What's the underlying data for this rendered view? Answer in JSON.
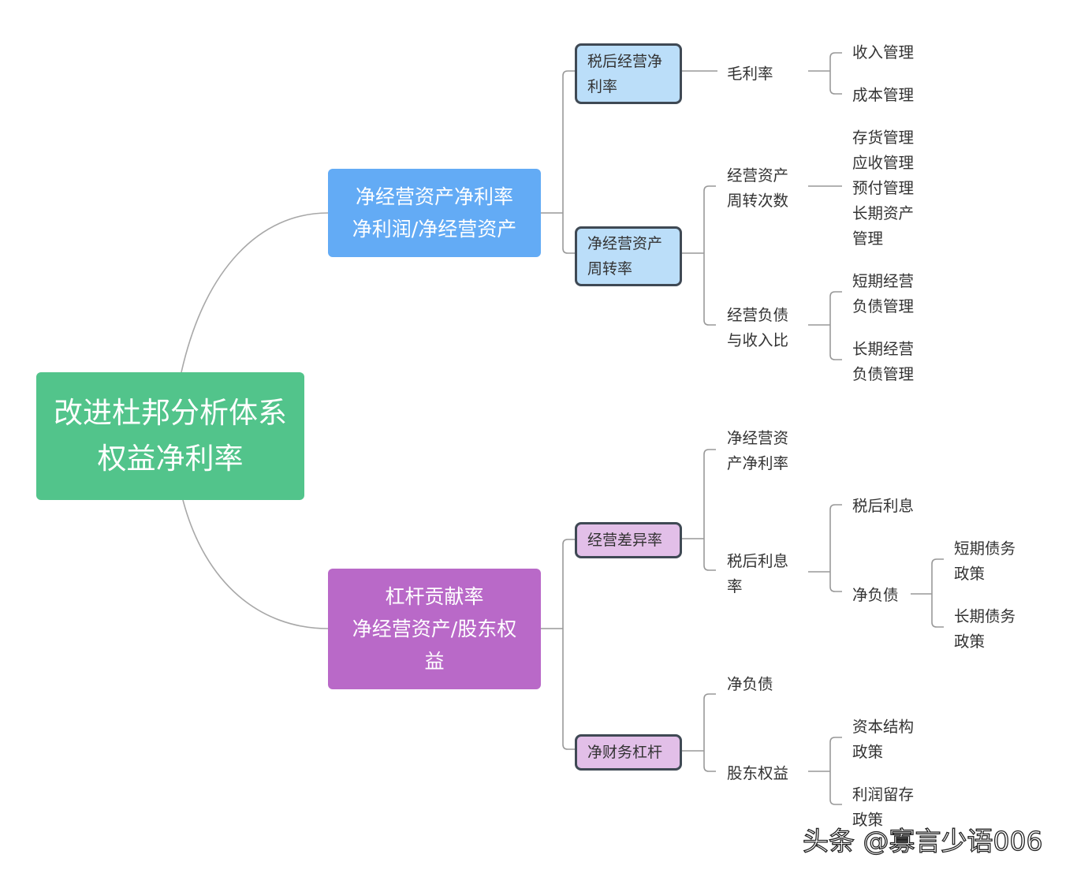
{
  "root": {
    "line1": "改进杜邦分析体系",
    "line2": "权益净利率"
  },
  "branch_top": {
    "line1": "净经营资产净利率",
    "line2": "净利润/净经营资产",
    "children": [
      {
        "label": "税后经营净\n利率",
        "children": [
          {
            "label": "毛利率",
            "children": [
              "收入管理",
              "成本管理"
            ]
          }
        ]
      },
      {
        "label": "净经营资产\n周转率",
        "children": [
          {
            "label": "经营资产\n周转次数",
            "children": [
              "存货管理\n应收管理\n预付管理\n长期资产\n管理"
            ]
          },
          {
            "label": "经营负债\n与收入比",
            "children": [
              "短期经营\n负债管理",
              "长期经营\n负债管理"
            ]
          }
        ]
      }
    ]
  },
  "branch_bottom": {
    "line1": "杠杆贡献率",
    "line2": "净经营资产/股东权",
    "line3": "益",
    "children": [
      {
        "label": "经营差异率",
        "children": [
          {
            "label": "净经营资\n产净利率"
          },
          {
            "label": "税后利息\n率",
            "children": [
              {
                "label": "税后利息"
              },
              {
                "label": "净负债",
                "children": [
                  "短期债务\n政策",
                  "长期债务\n政策"
                ]
              }
            ]
          }
        ]
      },
      {
        "label": "净财务杠杆",
        "children": [
          {
            "label": "净负债"
          },
          {
            "label": "股东权益",
            "children": [
              "资本结构\n政策",
              "利润留存\n政策"
            ]
          }
        ]
      }
    ]
  },
  "watermark": "头条 @寡言少语006",
  "colors": {
    "root": "#52C48B",
    "branch_top": "#63ABF5",
    "branch_bottom": "#B969C8",
    "node_blue": "#BBDEF9",
    "node_purple": "#E2BFE8",
    "border": "#3F4954",
    "connector": "#A8A8A8"
  }
}
